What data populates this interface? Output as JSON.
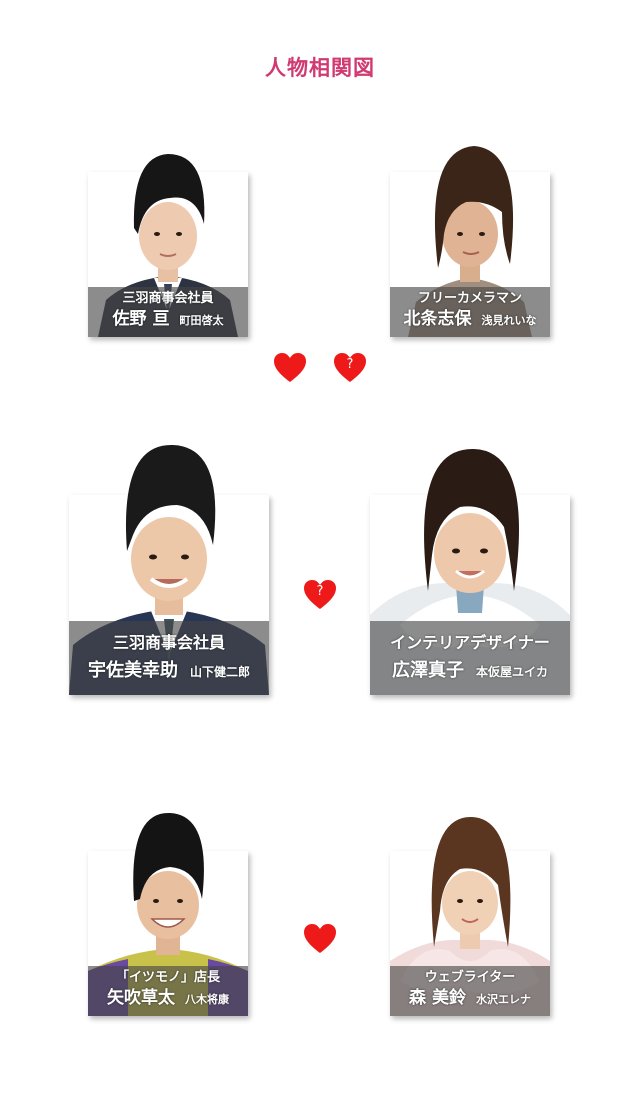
{
  "title": "人物相関図",
  "colors": {
    "title": "#d03a72",
    "heart": "#ee1a1a",
    "caption_bg": "rgba(70,70,70,0.62)"
  },
  "characters": [
    {
      "role": "三羽商事会社員",
      "name": "佐野 亘",
      "actor": "町田啓太",
      "photo_icon": "man-in-suit-photo"
    },
    {
      "role": "フリーカメラマン",
      "name": "北条志保",
      "actor": "浅見れいな",
      "photo_icon": "woman-short-hair-photo"
    },
    {
      "role": "三羽商事会社員",
      "name": "宇佐美幸助",
      "actor": "山下健二郎",
      "photo_icon": "man-smiling-suit-photo"
    },
    {
      "role": "インテリアデザイナー",
      "name": "広澤真子",
      "actor": "本仮屋ユイカ",
      "photo_icon": "woman-white-scarf-photo"
    },
    {
      "role": "「イツモノ」店長",
      "name": "矢吹草太",
      "actor": "八木将康",
      "photo_icon": "man-grinning-photo"
    },
    {
      "role": "ウェブライター",
      "name": "森 美鈴",
      "actor": "水沢エレナ",
      "photo_icon": "woman-fur-collar-photo"
    }
  ],
  "hearts": [
    {
      "type": "love",
      "mark": ""
    },
    {
      "type": "uncertain",
      "mark": "?"
    },
    {
      "type": "uncertain",
      "mark": "?"
    },
    {
      "type": "love",
      "mark": ""
    }
  ]
}
